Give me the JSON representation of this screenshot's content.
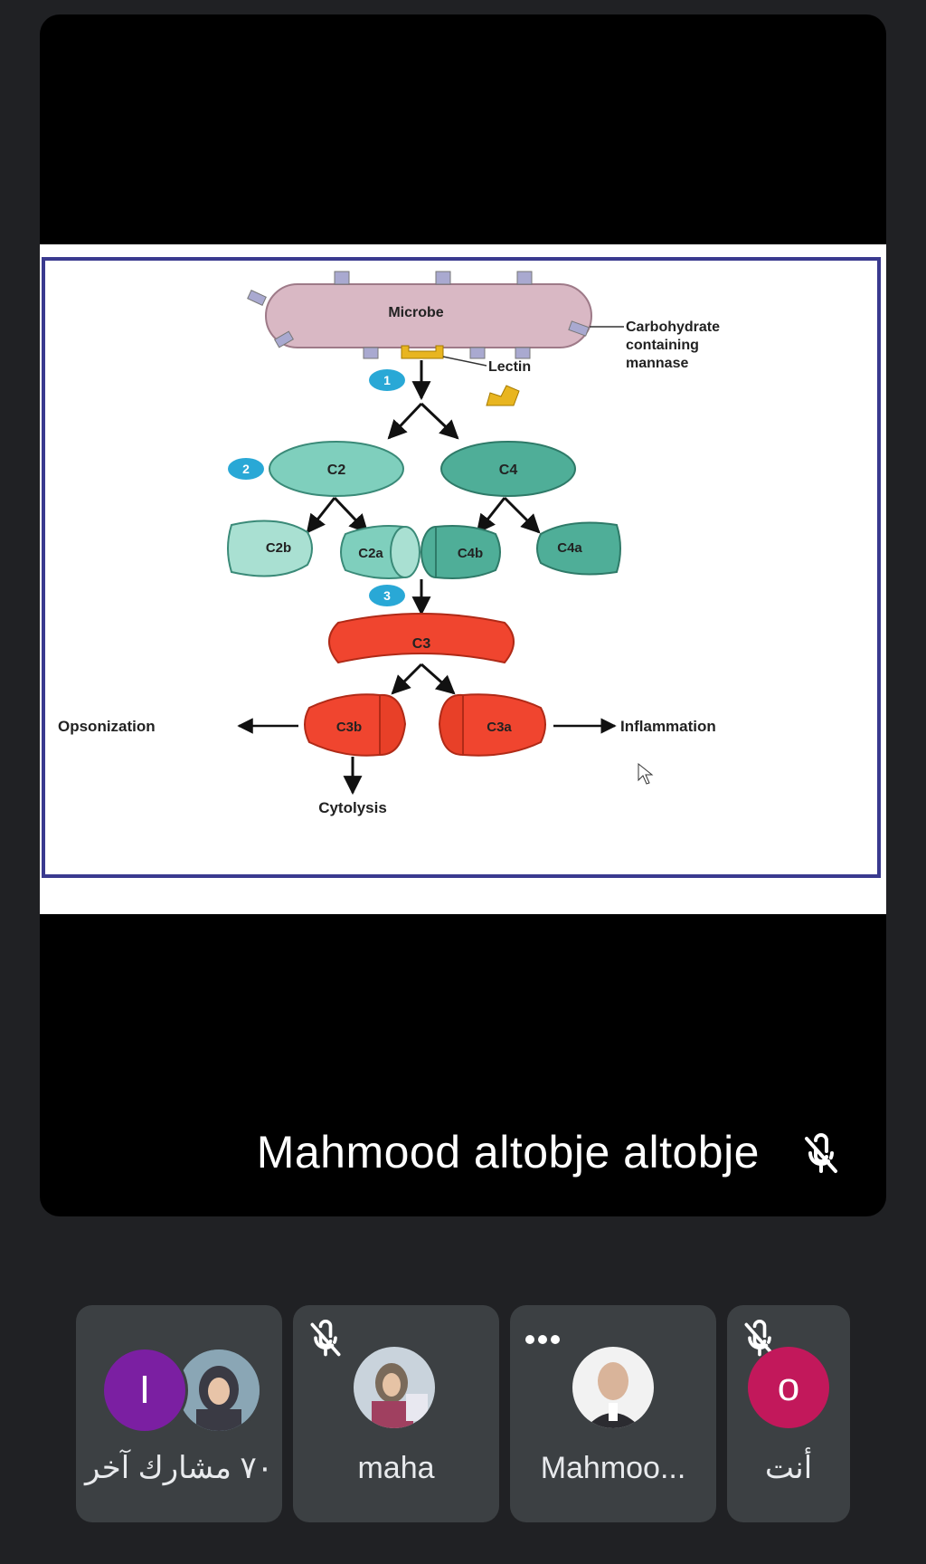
{
  "stage": {
    "speaker_name": "Mahmood altobje altobje",
    "slide": {
      "microbe": "Microbe",
      "carb_line1": "Carbohydrate",
      "carb_line2": "containing",
      "carb_line3": "mannase",
      "lectin": "Lectin",
      "step1": "1",
      "step2": "2",
      "step3": "3",
      "c2": "C2",
      "c4": "C4",
      "c2b": "C2b",
      "c2a": "C2a",
      "c4b": "C4b",
      "c4a": "C4a",
      "c3": "C3",
      "c3b": "C3b",
      "c3a": "C3a",
      "opsonization": "Opsonization",
      "inflammation": "Inflammation",
      "cytolysis": "Cytolysis"
    }
  },
  "participants": [
    {
      "name": "٧٠ مشارك آخر",
      "avatar_letter": "I",
      "avatar_color": "#7b1fa2"
    },
    {
      "name": "maha"
    },
    {
      "name": "Mahmoo..."
    },
    {
      "name": "أنت",
      "avatar_letter": "o",
      "avatar_color": "#c2185b"
    }
  ],
  "colors": {
    "background": "#202124",
    "tile": "#3c4043",
    "teal": "#7fcfbd",
    "red": "#f0452f",
    "step_badge": "#29a8d6",
    "lectin": "#e8b520"
  }
}
